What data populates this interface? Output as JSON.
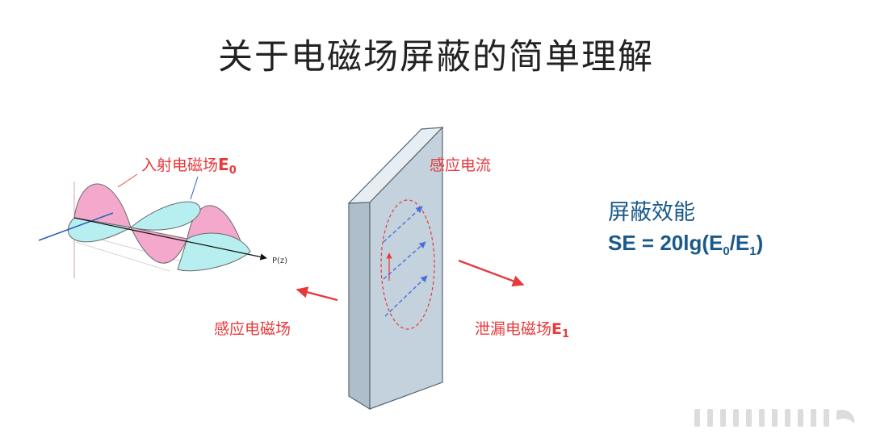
{
  "title": "关于电磁场屏蔽的简单理解",
  "labels": {
    "incident_text": "入射电磁场",
    "incident_symbol": "E",
    "incident_sub": "0",
    "induced_current": "感应电流",
    "induced_field": "感应电磁场",
    "leak_text": "泄漏电磁场",
    "leak_symbol": "E",
    "leak_sub": "1",
    "axis_z": "P(z)"
  },
  "shielding": {
    "title": "屏蔽效能",
    "formula_pre": "SE = 20lg(E",
    "formula_sub0": "0",
    "formula_mid": "/E",
    "formula_sub1": "1",
    "formula_post": ")"
  },
  "colors": {
    "title": "#222222",
    "red_label": "#e8393b",
    "blue_text": "#1a5a8a",
    "wave_pink": "#f4a9cc",
    "wave_cyan": "#b7eef0",
    "plate_face": "#c3d2dc",
    "induced_arrow": "#4a6ee0"
  }
}
